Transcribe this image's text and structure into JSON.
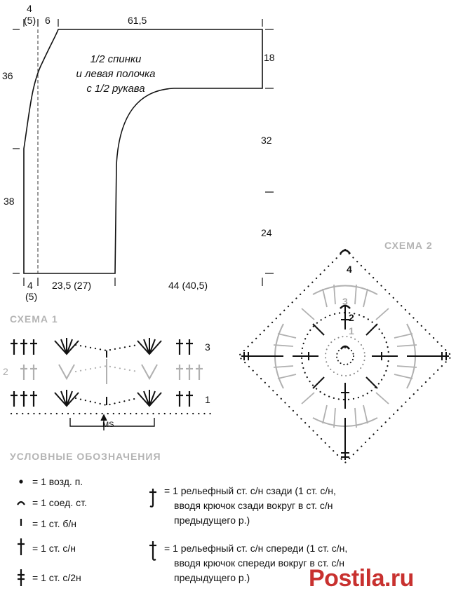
{
  "pattern": {
    "label_lines": [
      "1/2 спинки",
      "и левая полочка",
      "с 1/2 рукава"
    ],
    "dims": {
      "top_4": "4",
      "top_4b": "(5)",
      "top_6": "6",
      "top_615": "61,5",
      "right_18": "18",
      "right_32": "32",
      "right_24": "24",
      "left_36": "36",
      "left_38": "38",
      "bottom_4": "4",
      "bottom_4b": "(5)",
      "bottom_235": "23,5 (27)",
      "bottom_44": "44 (40,5)"
    }
  },
  "scheme1": {
    "title": "СХЕМА 1",
    "row_labels": [
      "3",
      "2",
      "1"
    ],
    "ms_label": "MS"
  },
  "scheme2": {
    "title": "СХЕМА 2",
    "round_labels": [
      "4",
      "3",
      "2",
      "1"
    ]
  },
  "legend": {
    "title": "УСЛОВНЫЕ ОБОЗНАЧЕНИЯ",
    "items": [
      {
        "icon": "chain-dot-icon",
        "text": "= 1 возд. п."
      },
      {
        "icon": "slip-stitch-icon",
        "text": "= 1 соед. ст."
      },
      {
        "icon": "single-crochet-icon",
        "text": "= 1 ст. б/н"
      },
      {
        "icon": "double-crochet-icon",
        "text": "= 1 ст. с/н"
      },
      {
        "icon": "half-double-crochet-icon",
        "text": "= 1 ст. с/2н"
      }
    ],
    "items_right": [
      {
        "icon": "back-post-dc-icon",
        "lines": [
          "= 1 рельефный ст. с/н сзади (1 ст. с/н,",
          "вводя крючок сзади вокруг в ст. с/н",
          "предыдущего р.)"
        ]
      },
      {
        "icon": "front-post-dc-icon",
        "lines": [
          "= 1 рельефный ст. с/н спереди (1 ст. с/н,",
          "вводя крючок спереди вокруг в ст. с/н",
          "предыдущего р.)"
        ]
      }
    ]
  },
  "watermark": "Postila.ru",
  "colors": {
    "gray": "#aaaaaa",
    "watermark": "#c8312f"
  }
}
